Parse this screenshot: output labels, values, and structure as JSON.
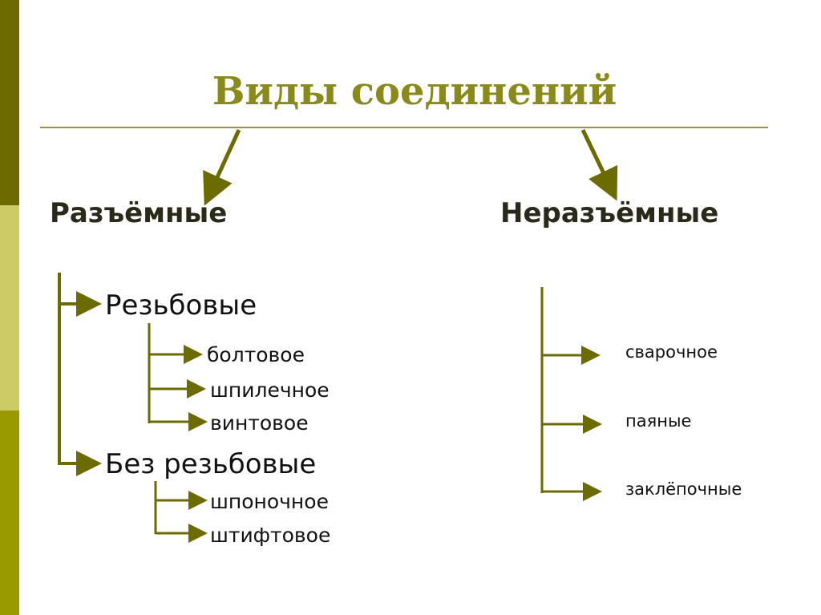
{
  "title": "Виды соединений",
  "colors": {
    "accent": "#6b6b00",
    "title": "#8a8a1a",
    "stripe_top": "#6b6b00",
    "stripe_mid": "#cccc66",
    "stripe_bottom": "#999900"
  },
  "branches": {
    "detachable": {
      "label": "Разъёмные",
      "groups": [
        {
          "label": "Резьбовые",
          "items": [
            "болтовое",
            "шпилечное",
            "винтовое"
          ]
        },
        {
          "label": "Без резьбовые",
          "items": [
            "шпоночное",
            "штифтовое"
          ]
        }
      ]
    },
    "permanent": {
      "label": "Неразъёмные",
      "items": [
        "сварочное",
        "паяные",
        "заклёпочные"
      ]
    }
  }
}
